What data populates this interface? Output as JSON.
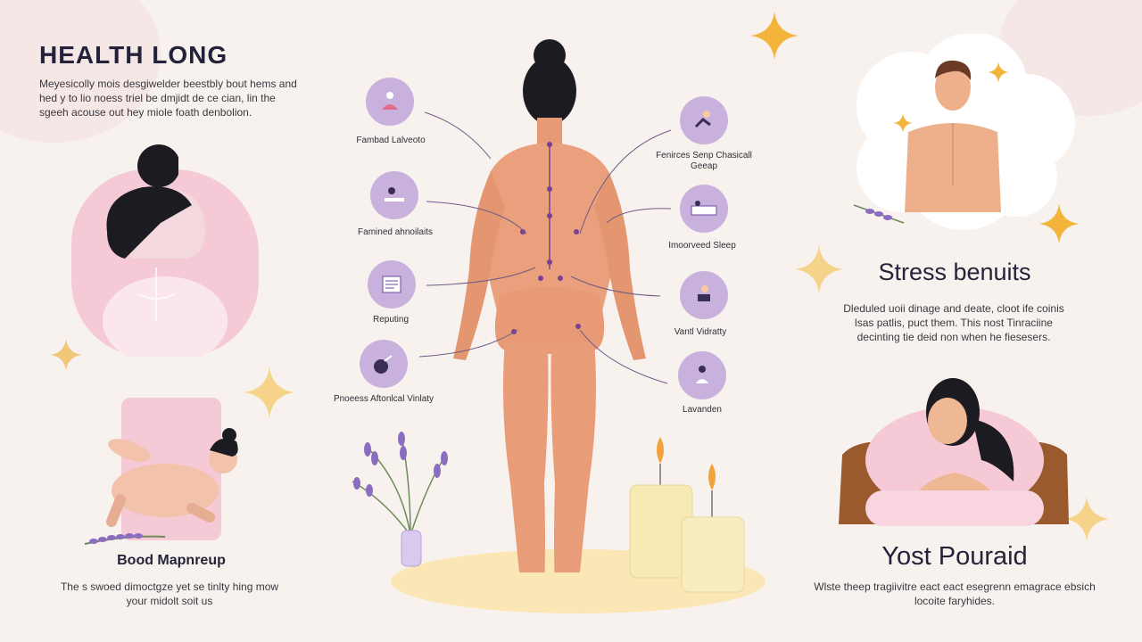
{
  "header": {
    "title": "HEALTH LONG",
    "intro": "Meyesicolly mois desgiwelder beestbly bout hems and hed y to lio noess triel be dmjidt de ce cian, lin the sgeeh acouse out hey miole foath denbolion."
  },
  "left_panel": {
    "title": "Bood Mapnreup",
    "text": "The s swoed dimoctgze yet se tinlty hing mow your midolt soit us"
  },
  "center_icons": {
    "left": [
      {
        "label": "Fambad Lalveoto",
        "icon": "meditation-icon"
      },
      {
        "label": "Famined ahnoilaits",
        "icon": "massage-icon"
      },
      {
        "label": "Reputing",
        "icon": "document-icon"
      },
      {
        "label": "Pnoeess Aftonlcal Vinlaty",
        "icon": "oil-bottle-icon"
      }
    ],
    "right": [
      {
        "label": "Fenirces Senp Chasicall Geeap",
        "icon": "person-relax-icon"
      },
      {
        "label": "Imoorveed Sleep",
        "icon": "bed-icon"
      },
      {
        "label": "Vantl Vidratty",
        "icon": "reading-icon"
      },
      {
        "label": "Lavanden",
        "icon": "lavender-icon"
      }
    ]
  },
  "right_panel": {
    "top_title": "Stress benuits",
    "top_text": "Dleduled uoii dinage and deate, cloot ife coinis lsas patlis, puct them. This nost Tinraciine decinting tie deid non when he fiesesers.",
    "bottom_title": "Yost Pouraid",
    "bottom_text": "Wlste theep tragiivitre eact eact esegrenn emagrace ebsich locoite faryhides."
  },
  "colors": {
    "accent_purple": "#c9b1de",
    "pink": "#f6c9d6",
    "skin": "#eaa07c",
    "gold": "#f2b43a",
    "lavender": "#8a6cc0"
  }
}
